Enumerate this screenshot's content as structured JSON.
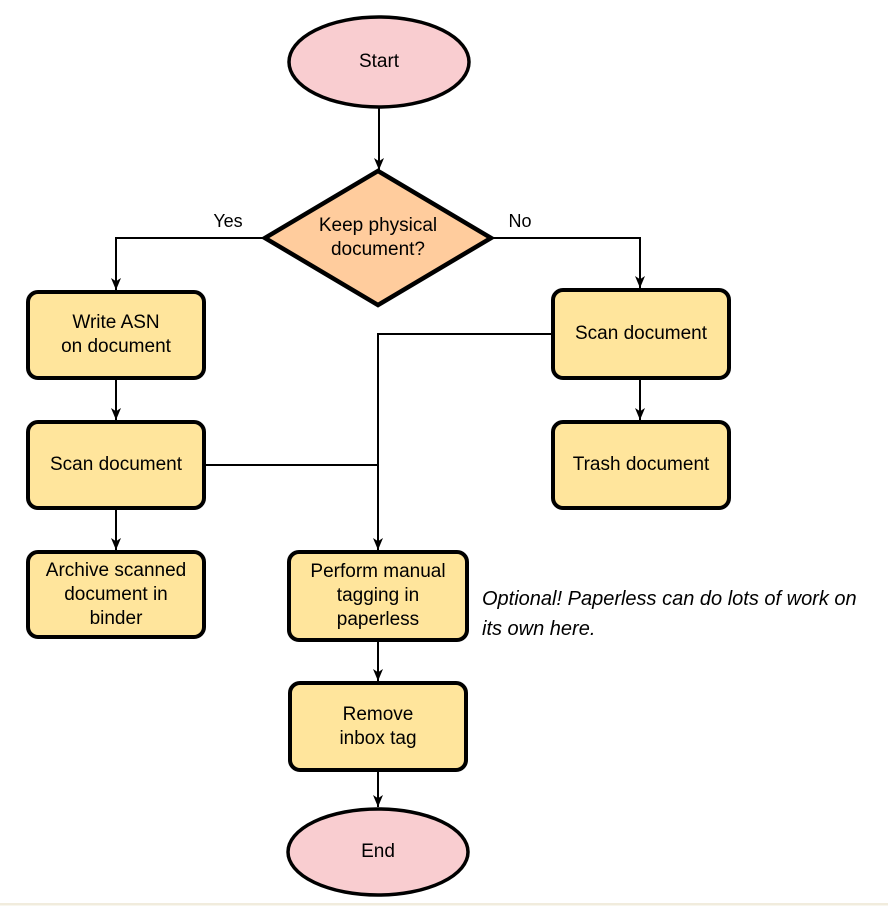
{
  "page": {
    "background": "#ffffff",
    "footer_strip_color": "#f1ecdd"
  },
  "palette": {
    "terminal_fill": "#f9cdd0",
    "decision_fill": "#ffcc9d",
    "process_fill": "#ffe59c",
    "outline": "#000000",
    "connector": "#000000",
    "text": "#000000"
  },
  "flowchart": {
    "nodes": {
      "start": {
        "type": "terminator",
        "lines": [
          "Start"
        ]
      },
      "decision": {
        "type": "decision",
        "lines": [
          "Keep physical",
          "document?"
        ]
      },
      "write_asn": {
        "type": "process",
        "lines": [
          "Write ASN",
          "on document"
        ]
      },
      "scan_left": {
        "type": "process",
        "lines": [
          "Scan document"
        ]
      },
      "archive": {
        "type": "process",
        "lines": [
          "Archive scanned",
          "document in",
          "binder"
        ]
      },
      "scan_right": {
        "type": "process",
        "lines": [
          "Scan document"
        ]
      },
      "trash": {
        "type": "process",
        "lines": [
          "Trash document"
        ]
      },
      "tagging": {
        "type": "process",
        "lines": [
          "Perform manual",
          "tagging in",
          "paperless"
        ]
      },
      "remove_inbox": {
        "type": "process",
        "lines": [
          "Remove",
          "inbox tag"
        ]
      },
      "end": {
        "type": "terminator",
        "lines": [
          "End"
        ]
      }
    },
    "branch_labels": {
      "yes": "Yes",
      "no": "No"
    },
    "annotation": {
      "style": "italic",
      "lines": [
        "Optional! Paperless can do lots of work on",
        "its own here."
      ]
    }
  }
}
